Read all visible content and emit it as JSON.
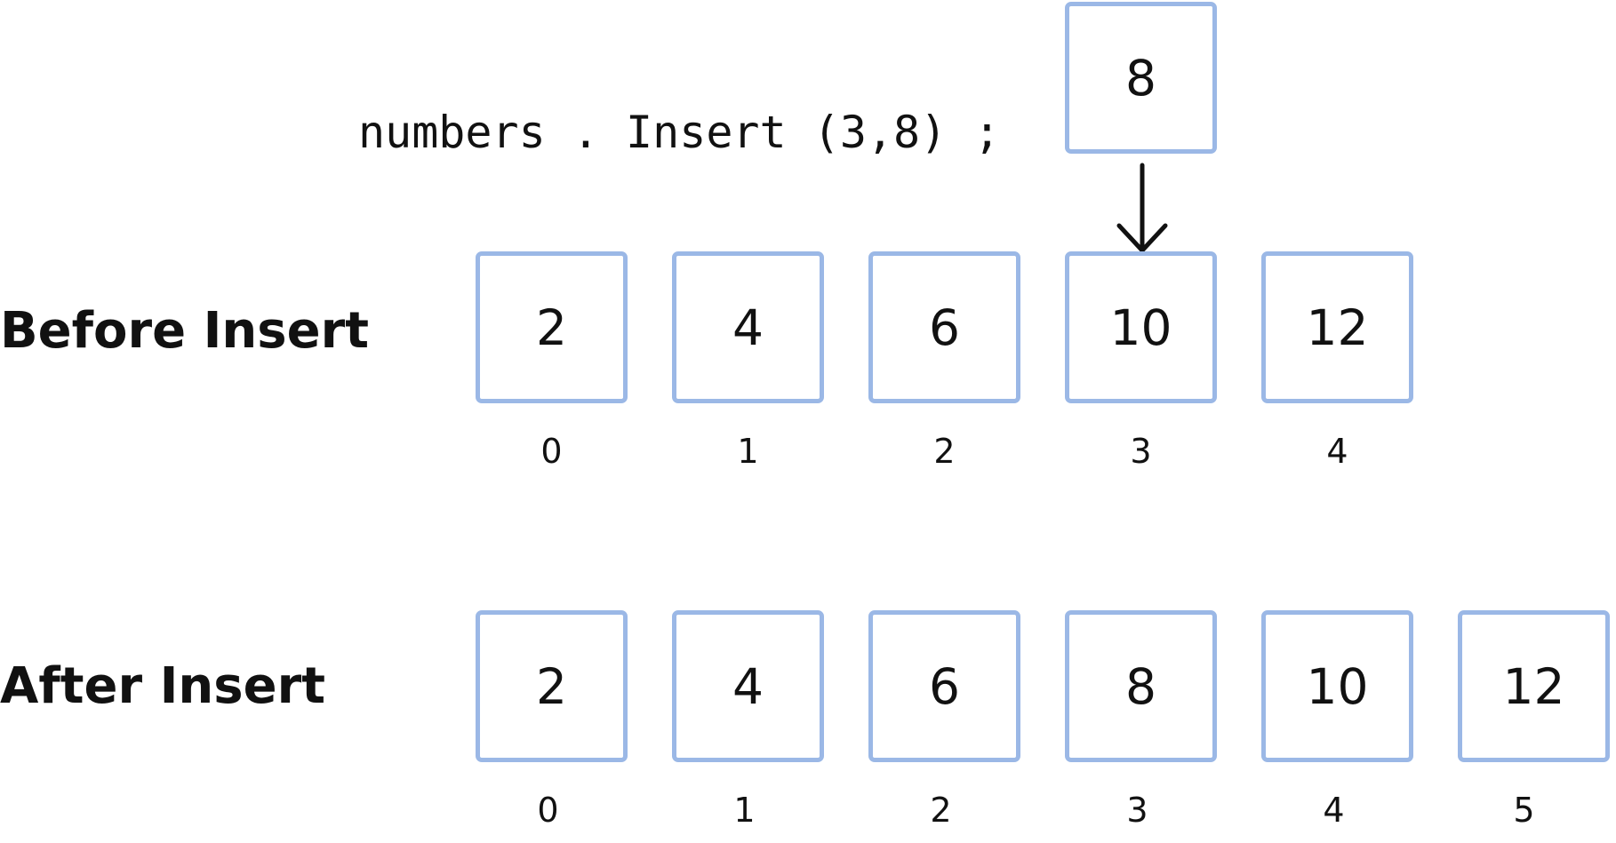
{
  "code": {
    "text": "numbers . Insert (3,8) ;"
  },
  "inserted": {
    "value": "8"
  },
  "arrow": {
    "icon": "arrow-down-icon"
  },
  "before": {
    "label": "Before Insert",
    "values": [
      "2",
      "4",
      "6",
      "10",
      "12"
    ],
    "indices": [
      "0",
      "1",
      "2",
      "3",
      "4"
    ]
  },
  "after": {
    "label": "After Insert",
    "values": [
      "2",
      "4",
      "6",
      "8",
      "10",
      "12"
    ],
    "indices": [
      "0",
      "1",
      "2",
      "3",
      "4",
      "5"
    ]
  },
  "colors": {
    "box_border": "#9bb8e6",
    "text": "#111111",
    "background": "#ffffff"
  }
}
